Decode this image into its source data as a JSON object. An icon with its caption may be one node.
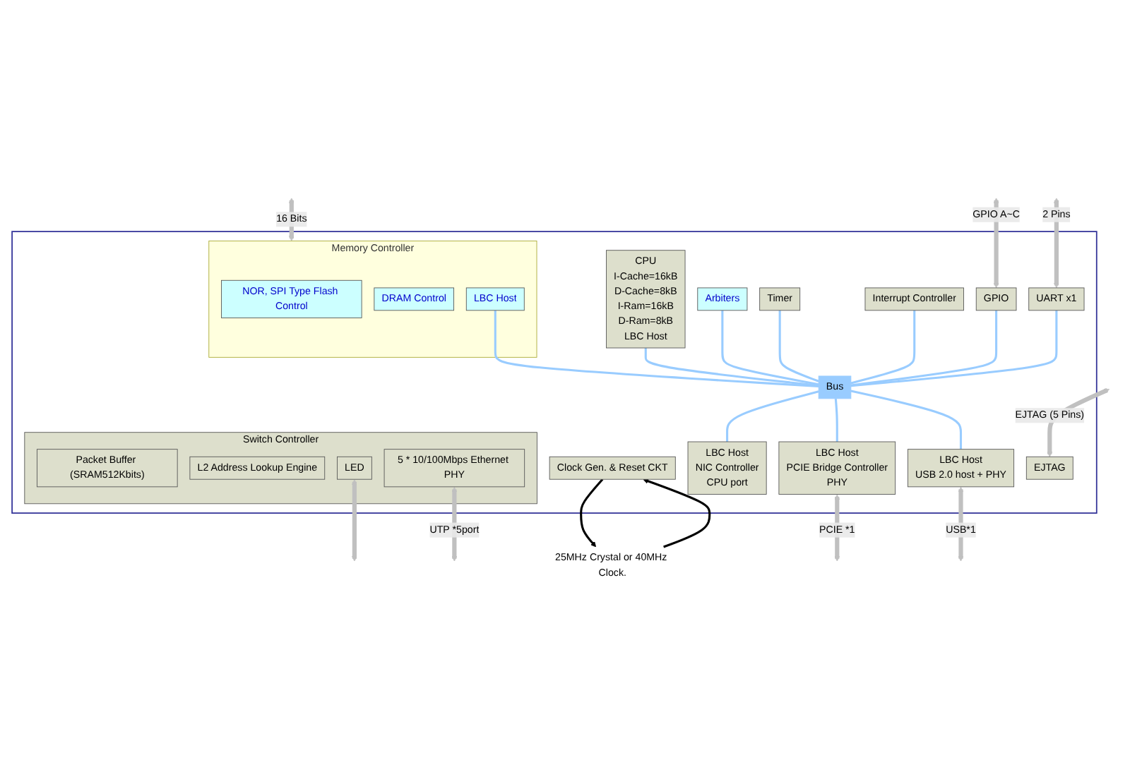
{
  "diagram": {
    "nodes": [
      {
        "text": [],
        "shape": "box"
      },
      {
        "text": [
          "EJTAG"
        ],
        "in": 0
      },
      {
        "text": [
          "CPU",
          "I-Cache=16kB",
          "D-Cache=8kB",
          "I-Ram=16kB",
          "D-Ram=8kB",
          "LBC Host"
        ],
        "in": 0
      },
      {
        "text": [
          "Arbiters"
        ],
        "in": 0
      },
      {
        "text": [
          "Memory Controller"
        ],
        "in": 0
      },
      {
        "text": [
          "NOR, SPI Type Flash Control"
        ],
        "in": 4
      },
      {
        "text": [
          "DRAM Control"
        ],
        "in": 4
      },
      {
        "text": [
          "LBC Host"
        ],
        "in": 4
      },
      {
        "text": [
          "GPIO"
        ],
        "in": 0
      },
      {
        "text": [
          "UART x1"
        ],
        "in": 0
      },
      {
        "text": [
          "Clock Gen. & Reset CKT"
        ],
        "in": 0
      },
      {
        "text": [
          "Timer"
        ],
        "in": 0
      },
      {
        "text": [
          "Interrupt Controller"
        ],
        "in": 0
      },
      {
        "text": [
          "Bus"
        ],
        "in": 0
      },
      {
        "text": [
          "LBC Host",
          "NIC Controller",
          "CPU port"
        ],
        "in": 0
      },
      {
        "text": [
          "LBC Host",
          "PCIE Bridge Controller",
          "PHY"
        ],
        "in": 0
      },
      {
        "text": [
          "LBC Host",
          "USB 2.0 host + PHY"
        ],
        "in": 0
      },
      {
        "text": [
          "Switch Controller"
        ],
        "in": 0
      },
      {
        "text": [
          "Packet Buffer (SRAM512Kbits)"
        ],
        "in": 17
      },
      {
        "text": [
          "L2 Address Lookup Engine"
        ],
        "in": 17
      },
      {
        "text": [
          "LED"
        ],
        "in": 17
      },
      {
        "text": [
          "5 * 10/100Mbps Ethernet PHY"
        ],
        "in": 17
      },
      {
        "text": [
          "25MHz Crystal or 40MHz Clock."
        ]
      }
    ],
    "edges": [
      {
        "from": null,
        "to": 1,
        "arrow": "both",
        "label": "EJTAG (5 Pins)",
        "style": "thick",
        "color": "#c0c0c0"
      },
      {
        "from": 2,
        "to": 13,
        "arrow": "none"
      },
      {
        "from": 3,
        "to": 13,
        "arrow": "none"
      },
      {
        "from": null,
        "to": 4,
        "arrow": "both",
        "label": "16 Bits",
        "style": "thick",
        "color": "#c0c0c0"
      },
      {
        "from": 7,
        "to": 13,
        "arrow": "none"
      },
      {
        "from": null,
        "to": 8,
        "arrow": "both",
        "label": "GPIO A~C",
        "style": "thick",
        "color": "#c0c0c0"
      },
      {
        "from": null,
        "to": 9,
        "arrow": "both",
        "label": "2 Pins",
        "style": "thick",
        "color": "#c0c0c0"
      },
      {
        "from": 22,
        "to": 10,
        "arrow": "to",
        "color": "#000000"
      },
      {
        "from": 10,
        "to": 22,
        "arrow": "to",
        "color": "#000000"
      },
      {
        "from": 8,
        "to": 13,
        "arrow": "none"
      },
      {
        "from": 9,
        "to": 13,
        "arrow": "none"
      },
      {
        "from": 11,
        "to": 13,
        "arrow": "none"
      },
      {
        "from": 12,
        "to": 13,
        "arrow": "none"
      },
      {
        "from": 13,
        "to": 14,
        "arrow": "none"
      },
      {
        "from": 13,
        "to": 15,
        "arrow": "none"
      },
      {
        "from": 13,
        "to": 16,
        "arrow": "none"
      },
      {
        "from": 15,
        "to": null,
        "arrow": "both",
        "label": "PCIE *1",
        "style": "thick",
        "color": "#c0c0c0"
      },
      {
        "from": 16,
        "to": null,
        "arrow": "both",
        "label": "USB*1",
        "style": "thick",
        "color": "#c0c0c0"
      },
      {
        "from": 20,
        "to": null,
        "arrow": "both",
        "style": "thick",
        "color": "#c0c0c0"
      },
      {
        "from": 21,
        "to": null,
        "arrow": "both",
        "label": "UTP *5port",
        "style": "thick",
        "color": "#c0c0c0"
      }
    ]
  }
}
